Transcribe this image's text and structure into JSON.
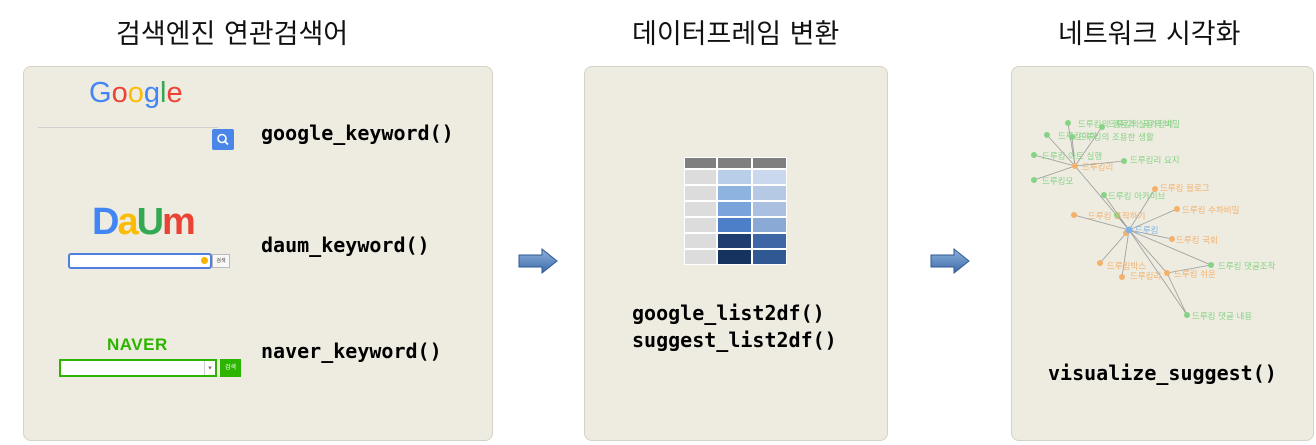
{
  "titles": {
    "search": "검색엔진 연관검색어",
    "dataframe": "데이터프레임 변환",
    "network": "네트워크 시각화"
  },
  "search_panel": {
    "google_logo": "Google",
    "google_fn": "google_keyword()",
    "daum_logo": "Daum",
    "daum_button": "검색",
    "daum_fn": "daum_keyword()",
    "naver_logo": "NAVER",
    "naver_button": "검색",
    "naver_fn": "naver_keyword()"
  },
  "dataframe_panel": {
    "fn1": "google_list2df()",
    "fn2": "suggest_list2df()"
  },
  "network_panel": {
    "fn": "visualize_suggest()",
    "center_label": "드루킹",
    "labels": [
      "드루킹의 행동과 실용의 비밀",
      "드루킹의 조용한 생활",
      "드루킹이여",
      "드루킹의 국가정치",
      "드루킹 아트 실행",
      "드루킹리 요지",
      "드루킹리",
      "드루킹모",
      "드루킹 아카이브",
      "드루킹 블로그",
      "드루킹 수하비밀",
      "드루킹 조작하기",
      "드루킹 국회",
      "드루킹박스",
      "드루킹 쉬운",
      "드루킹 댓글조작",
      "드루킹 댓글 내용",
      "드루킹리"
    ],
    "colors": {
      "green": "#86d386",
      "orange": "#f5b06a",
      "blue": "#7fb3e6"
    }
  }
}
